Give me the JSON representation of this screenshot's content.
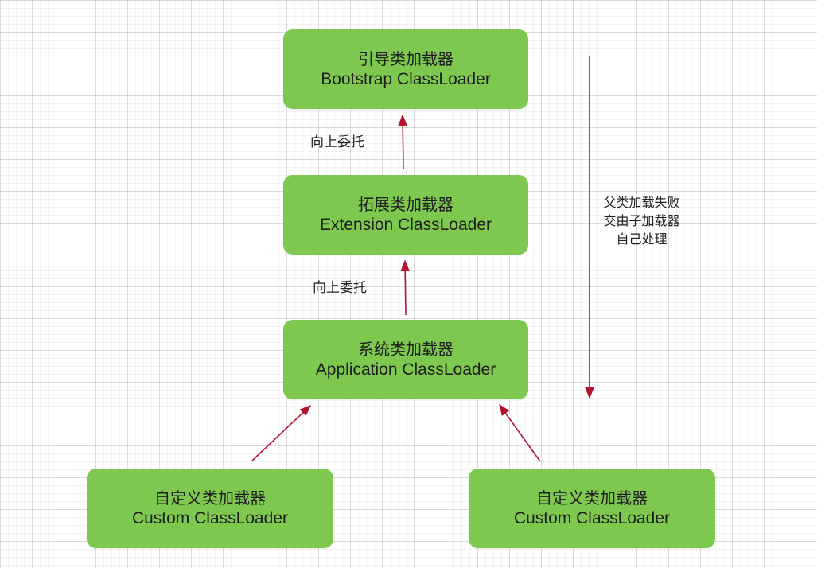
{
  "nodes": {
    "bootstrap": {
      "zh": "引导类加载器",
      "en": "Bootstrap ClassLoader"
    },
    "extension": {
      "zh": "拓展类加载器",
      "en": "Extension ClassLoader"
    },
    "application": {
      "zh": "系统类加载器",
      "en": "Application ClassLoader"
    },
    "custom_left": {
      "zh": "自定义类加载器",
      "en": "Custom ClassLoader"
    },
    "custom_right": {
      "zh": "自定义类加载器",
      "en": "Custom ClassLoader"
    }
  },
  "edge_labels": {
    "upper": "向上委托",
    "lower": "向上委托"
  },
  "side_note": {
    "line1": "父类加载失败",
    "line2": "交由子加载器",
    "line3": "自己处理"
  },
  "colors": {
    "box_fill": "#7ec850",
    "arrow": "#b5122f"
  }
}
